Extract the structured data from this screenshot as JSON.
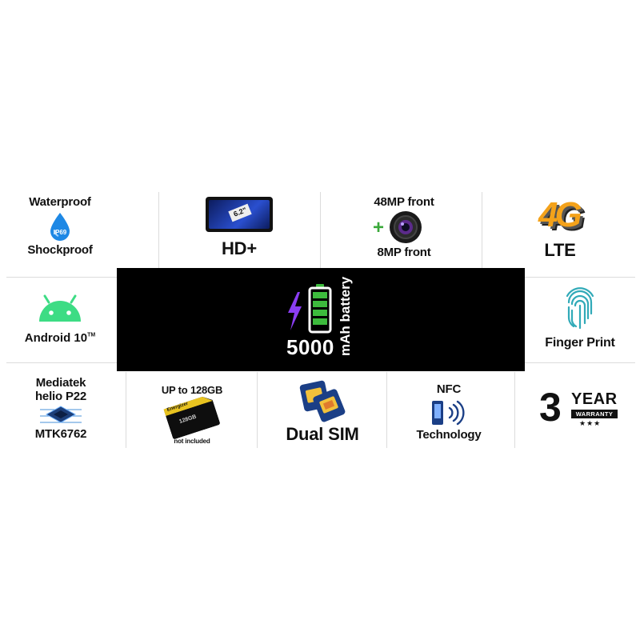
{
  "row1": {
    "waterproof": "Waterproof",
    "ip_badge": "IP69",
    "shockproof": "Shockproof",
    "screen_size": "6.2\"",
    "hd": "HD+",
    "front_cam": "48MP front",
    "plus": "+",
    "back_cam": "8MP front",
    "lte_logo": "4G",
    "lte": "LTE"
  },
  "row2": {
    "android": "Android 10",
    "android_tm": "TM",
    "battery_number": "5000",
    "battery_unit": "mAh battery",
    "fingerprint": "Finger Print"
  },
  "row3": {
    "chip_line1": "Mediatek",
    "chip_line2": "helio P22",
    "chip_model": "MTK6762",
    "storage": "UP to 128GB",
    "card_brand": "Energizer",
    "card_size": "128GB",
    "not_included": "not included",
    "dual_sim": "Dual SIM",
    "nfc": "NFC",
    "nfc_tech": "Technology",
    "warranty_number": "3",
    "warranty_year": "YEAR",
    "warranty_word": "WARRANTY",
    "warranty_stars": "★★★"
  },
  "colors": {
    "banner": "#000000",
    "battery_green": "#3dbb3d",
    "bolt_purple": "#8a3df2",
    "android_green": "#3ddc84",
    "water_blue": "#1e88e5",
    "lte_orange": "#f4a21a"
  }
}
